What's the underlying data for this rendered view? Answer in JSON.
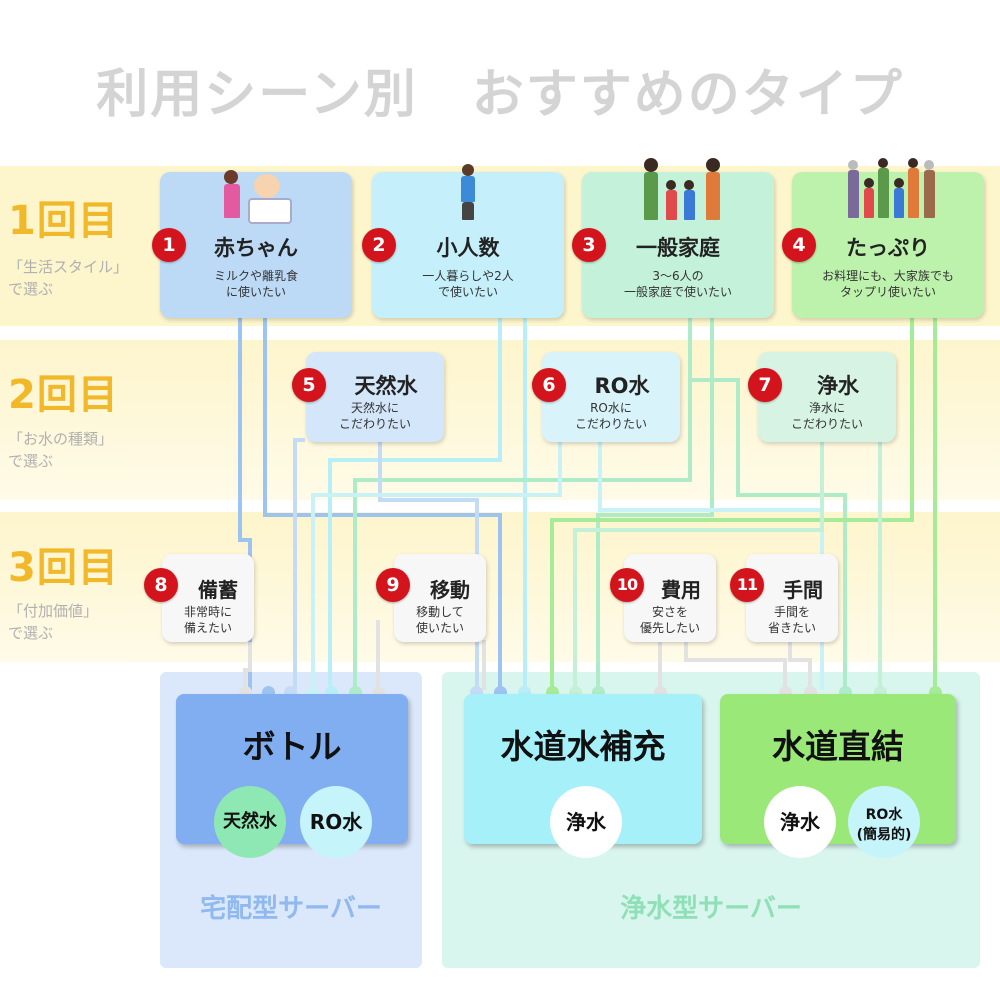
{
  "title": "利用シーン別　おすすめのタイプ",
  "rounds": [
    {
      "num": "1回目",
      "line1": "「生活スタイル」",
      "line2": "で選ぶ"
    },
    {
      "num": "2回目",
      "line1": "「お水の種類」",
      "line2": "で選ぶ"
    },
    {
      "num": "3回目",
      "line1": "「付加価値」",
      "line2": "で選ぶ"
    }
  ],
  "lifestyle": [
    {
      "n": "1",
      "title": "赤ちゃん",
      "line1": "ミルクや離乳食",
      "line2": "に使いたい",
      "icon": "mother-baby-illustration"
    },
    {
      "n": "2",
      "title": "小人数",
      "line1": "一人暮らしや2人",
      "line2": "で使いたい",
      "icon": "single-person-illustration"
    },
    {
      "n": "3",
      "title": "一般家庭",
      "line1": "3〜6人の",
      "line2": "一般家庭で使いたい",
      "icon": "family-illustration"
    },
    {
      "n": "4",
      "title": "たっぷり",
      "line1": "お料理にも、大家族でも",
      "line2": "タップリ使いたい",
      "icon": "large-family-illustration"
    }
  ],
  "water_types": [
    {
      "n": "5",
      "title": "天然水",
      "line1": "天然水に",
      "line2": "こだわりたい"
    },
    {
      "n": "6",
      "title": "RO水",
      "line1": "RO水に",
      "line2": "こだわりたい"
    },
    {
      "n": "7",
      "title": "浄水",
      "line1": "浄水に",
      "line2": "こだわりたい"
    }
  ],
  "added_value": [
    {
      "n": "8",
      "title": "備蓄",
      "line1": "非常時に",
      "line2": "備えたい"
    },
    {
      "n": "9",
      "title": "移動",
      "line1": "移動して",
      "line2": "使いたい"
    },
    {
      "n": "10",
      "title": "費用",
      "line1": "安さを",
      "line2": "優先したい"
    },
    {
      "n": "11",
      "title": "手間",
      "line1": "手間を",
      "line2": "省きたい"
    }
  ],
  "servers": {
    "bottle": {
      "title": "ボトル",
      "water1": "天然水",
      "water2": "RO水"
    },
    "refill": {
      "title": "水道水補充",
      "water1": "浄水"
    },
    "direct": {
      "title": "水道直結",
      "water1": "浄水",
      "water2a": "RO水",
      "water2b": "(簡易的)"
    }
  },
  "categories": {
    "delivery": "宅配型サーバー",
    "purifier": "浄水型サーバー"
  },
  "colors": {
    "round_band": "#fdf5cc",
    "round_text": "#f1b92a",
    "badge": "#d4141c",
    "blue": "#9cc3f2",
    "cyan": "#b5ecf7",
    "green": "#a8ecc5",
    "lime": "#9be88c",
    "delivery_label": "#8fb9ef",
    "purifier_label": "#8fe0b8"
  }
}
